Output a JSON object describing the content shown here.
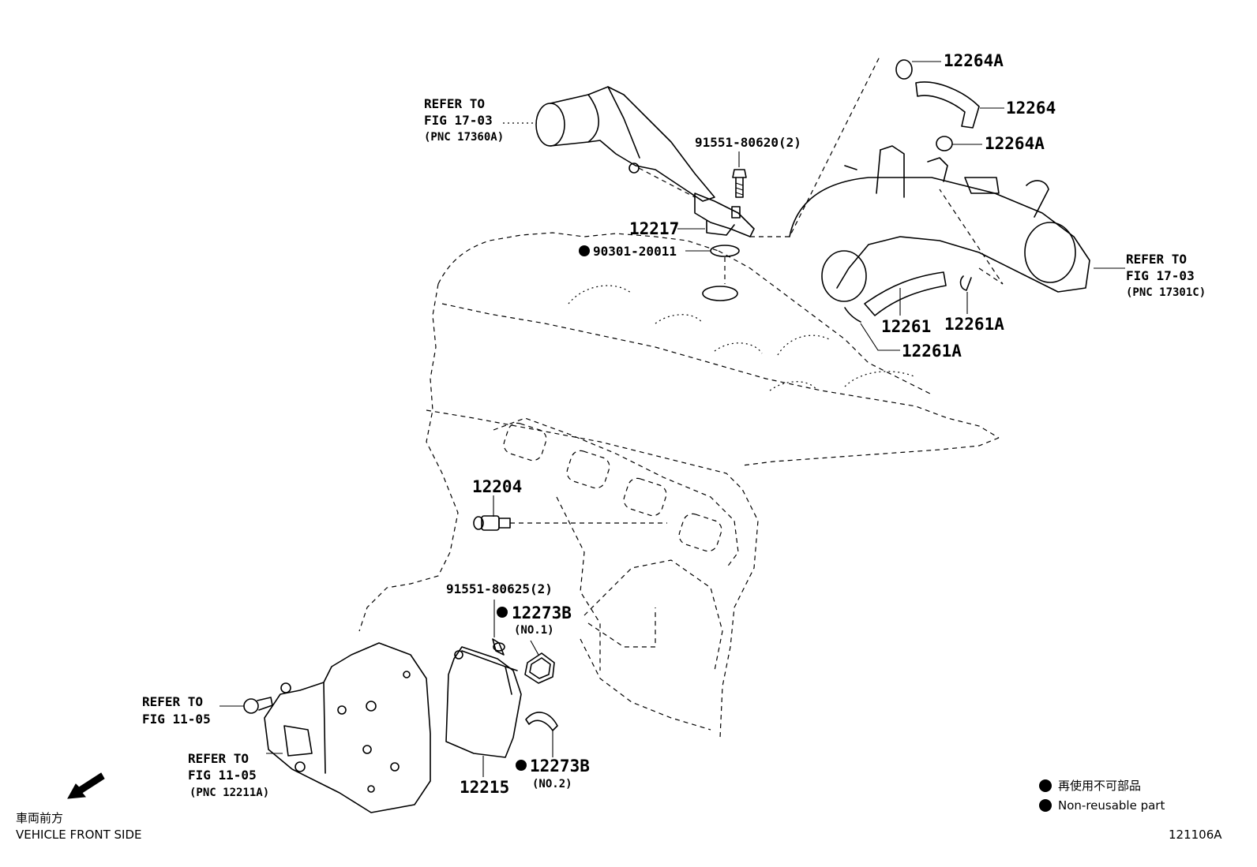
{
  "labels": {
    "p12264A_top": "12264A",
    "p12264": "12264",
    "p12264A_mid": "12264A",
    "p91551_80620": "91551-80620(2)",
    "p12217": "12217",
    "p90301_20011": "90301-20011",
    "p12261": "12261",
    "p12261A_right": "12261A",
    "p12261A_low": "12261A",
    "p12204": "12204",
    "p91551_80625": "91551-80625(2)",
    "p12273B_1": "12273B",
    "p12273B_1_sub": "(NO.1)",
    "p12273B_2": "12273B",
    "p12273B_2_sub": "(NO.2)",
    "p12215": "12215"
  },
  "references": {
    "ref_top_left": {
      "line1": "REFER TO",
      "line2": "FIG 17-03",
      "line3": "(PNC 17360A)"
    },
    "ref_right": {
      "line1": "REFER TO",
      "line2": "FIG 17-03",
      "line3": "(PNC 17301C)"
    },
    "ref_bolt": {
      "line1": "REFER TO",
      "line2": "FIG 11-05"
    },
    "ref_cover": {
      "line1": "REFER TO",
      "line2": "FIG 11-05",
      "line3": "(PNC 12211A)"
    }
  },
  "legend": {
    "jp": "再使用不可部品",
    "en": "Non-reusable part"
  },
  "direction": {
    "jp": "車両前方",
    "en": "VEHICLE FRONT SIDE"
  },
  "figure_id": "121106A"
}
